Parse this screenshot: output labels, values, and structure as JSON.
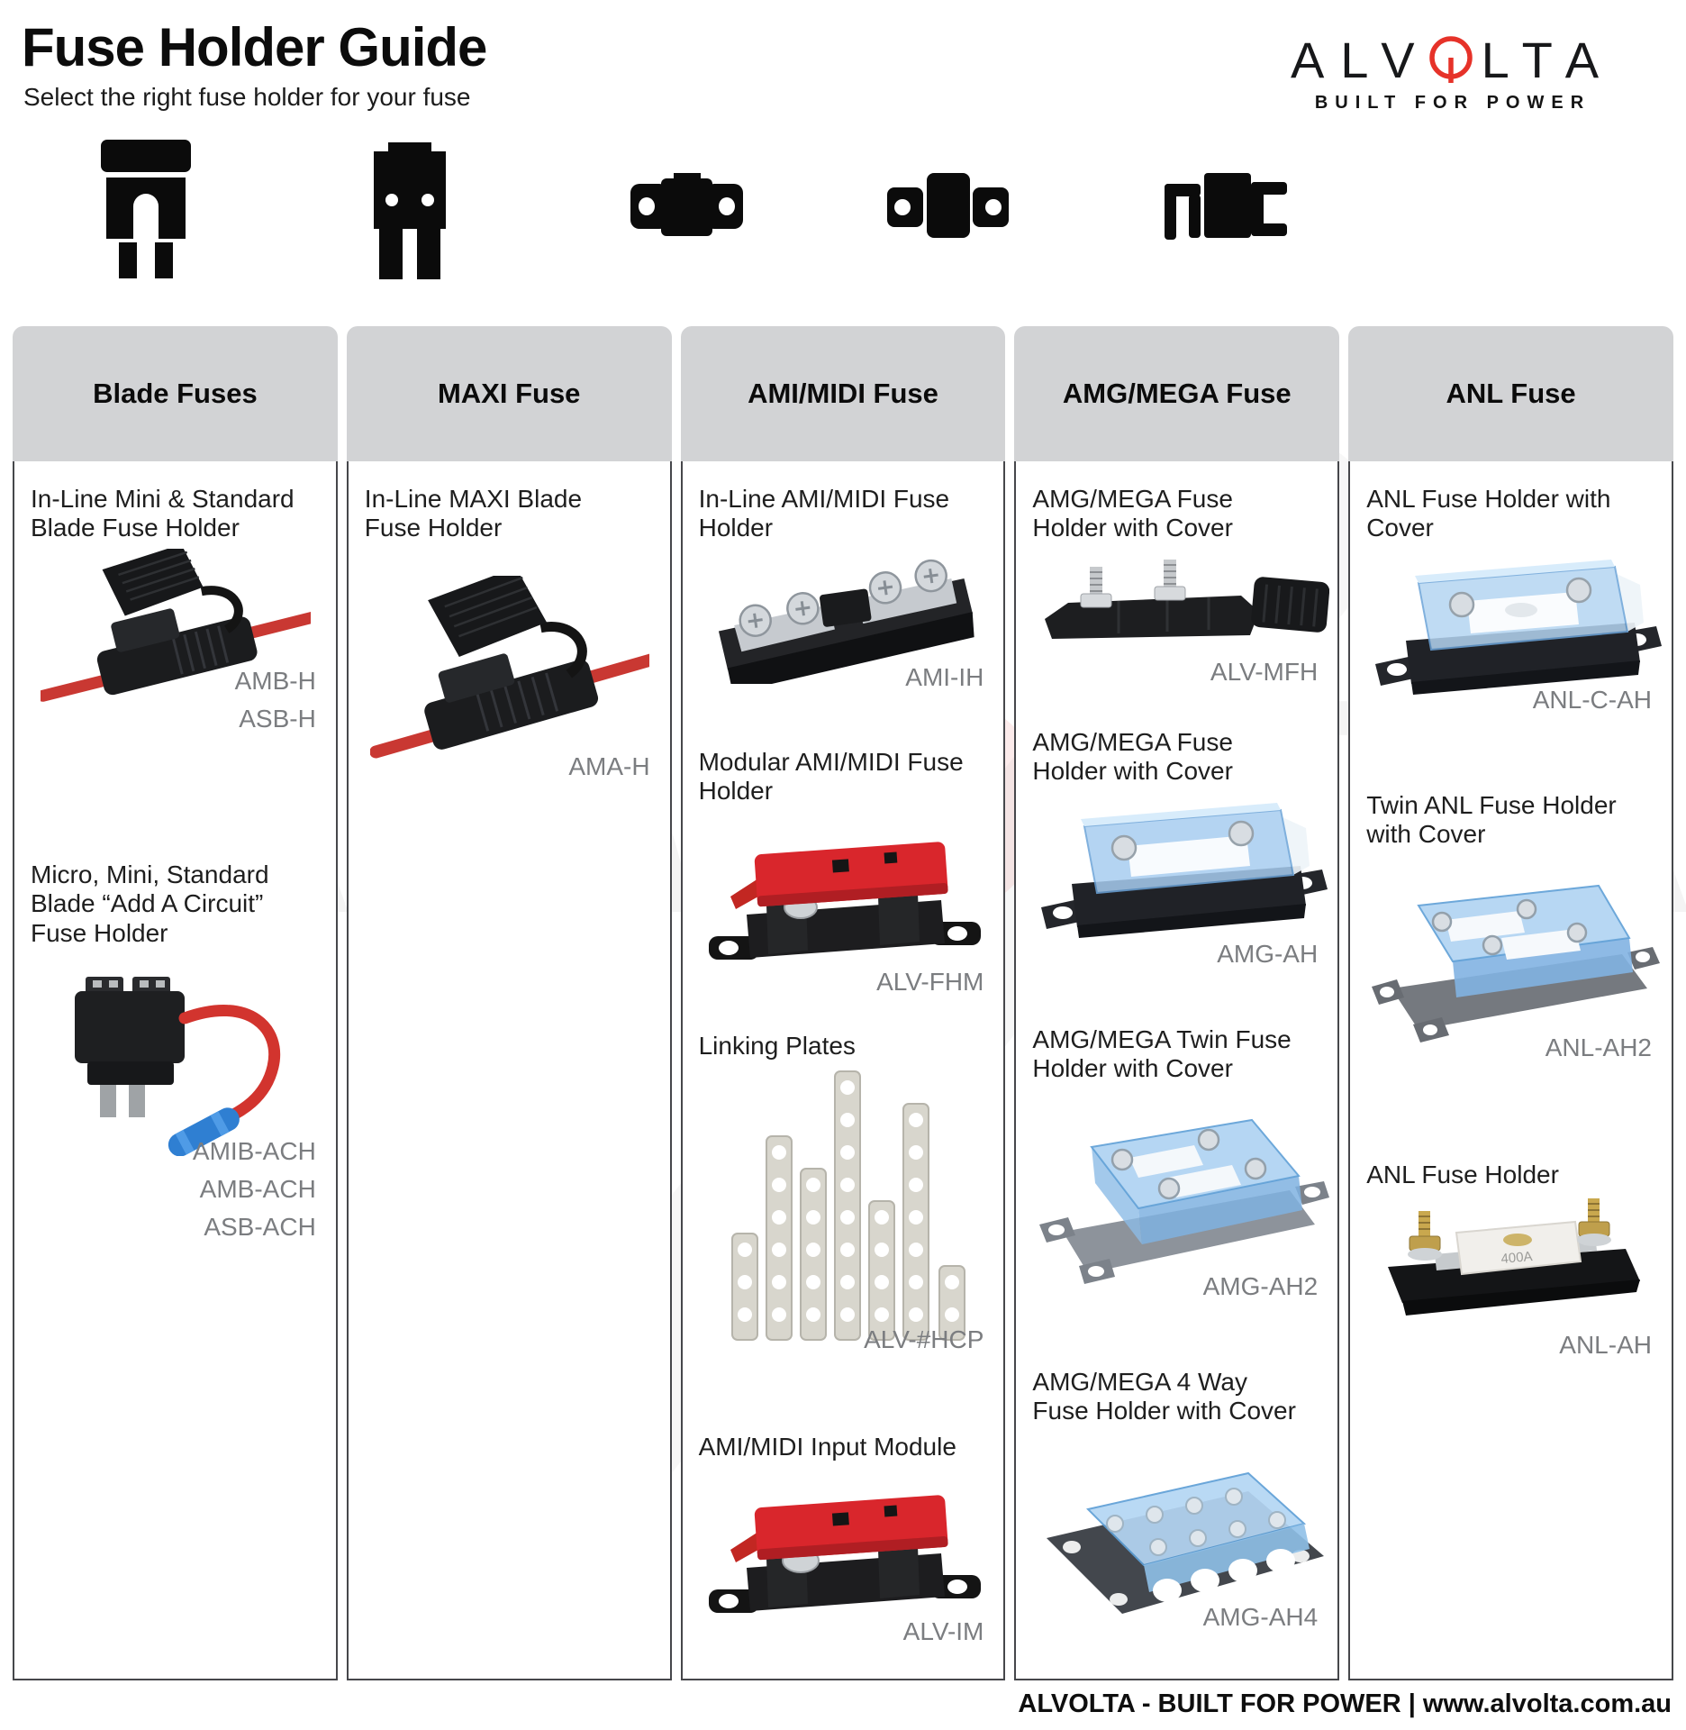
{
  "page": {
    "title": "Fuse Holder Guide",
    "subtitle": "Select the right fuse holder for your fuse",
    "logo": {
      "part1": "ALV",
      "part2": "LTA",
      "tagline": "BUILT FOR POWER",
      "accent_color": "#e63229"
    },
    "watermark": {
      "part1": "ALV",
      "o": "O",
      "part2": "LTA"
    },
    "footer": "ALVOLTA - BUILT FOR POWER | www.alvolta.com.au"
  },
  "fuse_type_icons": [
    "blade-fuse",
    "maxi-fuse",
    "ami-midi-fuse",
    "amg-mega-fuse",
    "anl-fuse"
  ],
  "columns": [
    {
      "header": "Blade Fuses",
      "products": [
        {
          "name": "In-Line Mini & Standard Blade Fuse Holder",
          "codes": [
            "AMB-H",
            "ASB-H"
          ],
          "image": "inline-blade-fuse-holder"
        },
        {
          "name": "Micro, Mini, Standard Blade “Add A Circuit” Fuse Holder",
          "codes": [
            "AMIB-ACH",
            "AMB-ACH",
            "ASB-ACH"
          ],
          "image": "add-a-circuit-fuse-holder"
        }
      ]
    },
    {
      "header": "MAXI Fuse",
      "products": [
        {
          "name": "In-Line MAXI Blade Fuse Holder",
          "codes": [
            "AMA-H"
          ],
          "image": "inline-maxi-blade-fuse-holder"
        }
      ]
    },
    {
      "header": "AMI/MIDI Fuse",
      "products": [
        {
          "name": "In-Line AMI/MIDI Fuse Holder",
          "codes": [
            "AMI-IH"
          ],
          "image": "inline-ami-midi-fuse-holder"
        },
        {
          "name": "Modular AMI/MIDI Fuse Holder",
          "codes": [
            "ALV-FHM"
          ],
          "image": "modular-ami-midi-fuse-holder"
        },
        {
          "name": "Linking Plates",
          "codes": [
            "ALV-#HCP"
          ],
          "image": "linking-plates"
        },
        {
          "name": "AMI/MIDI Input Module",
          "codes": [
            "ALV-IM"
          ],
          "image": "ami-midi-input-module"
        }
      ]
    },
    {
      "header": "AMG/MEGA Fuse",
      "products": [
        {
          "name": "AMG/MEGA Fuse Holder with Cover",
          "codes": [
            "ALV-MFH"
          ],
          "image": "amg-mega-fuse-holder-open-cover"
        },
        {
          "name": "AMG/MEGA Fuse Holder with Cover",
          "codes": [
            "AMG-AH"
          ],
          "image": "amg-mega-fuse-holder-blue-cover"
        },
        {
          "name": "AMG/MEGA Twin Fuse Holder with Cover",
          "codes": [
            "AMG-AH2"
          ],
          "image": "amg-mega-twin-fuse-holder"
        },
        {
          "name": "AMG/MEGA 4 Way Fuse Holder with Cover",
          "codes": [
            "AMG-AH4"
          ],
          "image": "amg-mega-4-way-fuse-holder"
        }
      ]
    },
    {
      "header": "ANL Fuse",
      "products": [
        {
          "name": "ANL Fuse Holder with Cover",
          "codes": [
            "ANL-C-AH"
          ],
          "image": "anl-fuse-holder-with-cover"
        },
        {
          "name": "Twin ANL Fuse Holder with Cover",
          "codes": [
            "ANL-AH2"
          ],
          "image": "twin-anl-fuse-holder-with-cover"
        },
        {
          "name": "ANL Fuse Holder",
          "codes": [
            "ANL-AH"
          ],
          "image": "anl-fuse-holder"
        }
      ]
    }
  ]
}
